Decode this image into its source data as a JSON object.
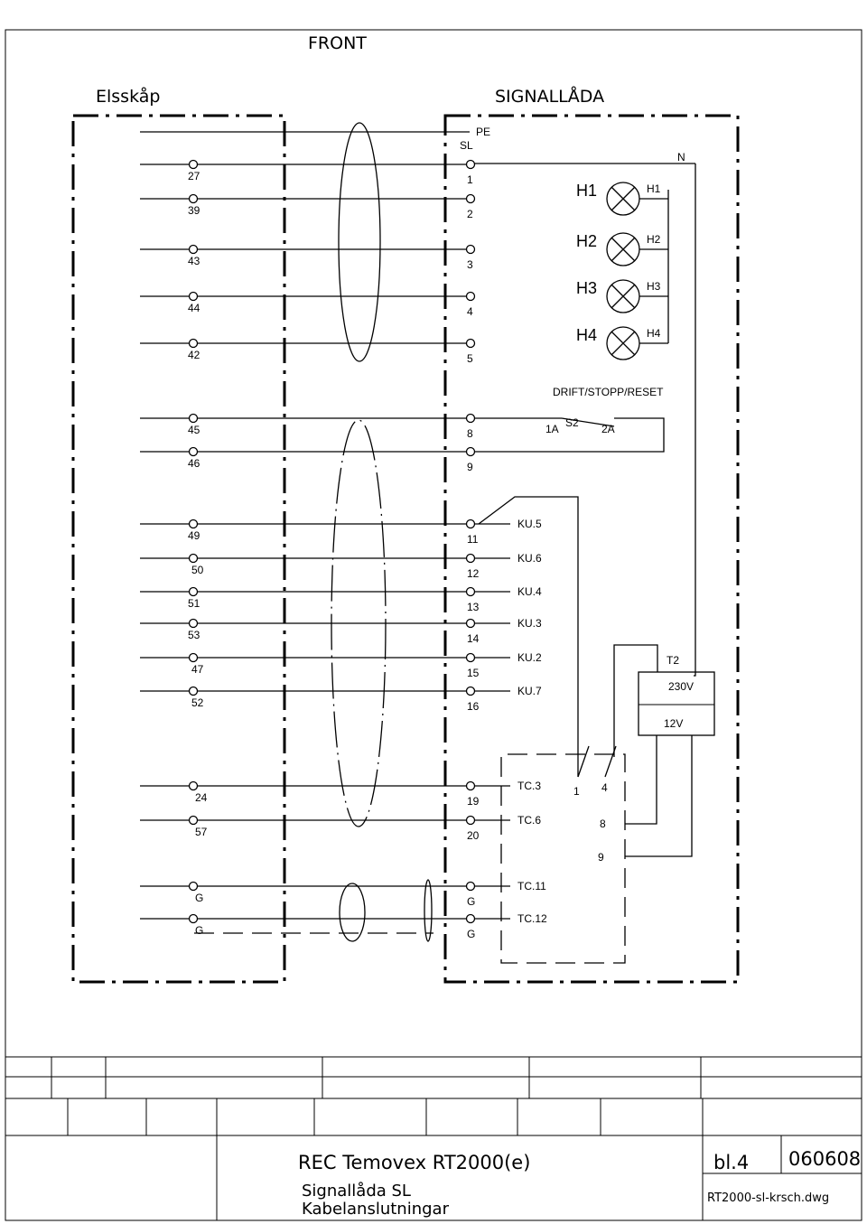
{
  "headings": {
    "front": "FRONT",
    "left_box": "Elsskåp",
    "right_box": "SIGNALLÅDA"
  },
  "signals": {
    "pe": "PE",
    "sl": "SL",
    "n": "N",
    "t2": "T2",
    "switch_label": "DRIFT/STOPP/RESET",
    "switch_name": "S2",
    "switch_left": "1A",
    "switch_right": "2A",
    "v230": "230V",
    "v12": "12V",
    "relay_1": "1",
    "relay_4": "4",
    "relay_8": "8",
    "relay_9": "9"
  },
  "lamps": [
    {
      "big": "H1",
      "small": "H1"
    },
    {
      "big": "H2",
      "small": "H2"
    },
    {
      "big": "H3",
      "small": "H3"
    },
    {
      "big": "H4",
      "small": "H4"
    }
  ],
  "left_terms": [
    "27",
    "39",
    "43",
    "44",
    "42",
    "45",
    "46",
    "49",
    "50",
    "51",
    "53",
    "47",
    "52",
    "24",
    "57",
    "G",
    "G"
  ],
  "right_terms": [
    "1",
    "2",
    "3",
    "4",
    "5",
    "8",
    "9",
    "11",
    "12",
    "13",
    "14",
    "15",
    "16",
    "19",
    "20",
    "G",
    "G"
  ],
  "conn_labels": [
    "KU.5",
    "KU.6",
    "KU.4",
    "KU.3",
    "KU.2",
    "KU.7",
    "TC.3",
    "TC.6",
    "TC.11",
    "TC.12"
  ],
  "titleblock": {
    "title": "REC Temovex RT2000(e)",
    "sub1": "Signallåda SL",
    "sub2": "Kabelanslutningar",
    "sheet": "bl.4",
    "date": "060608",
    "file": "RT2000-sl-krsch.dwg"
  }
}
